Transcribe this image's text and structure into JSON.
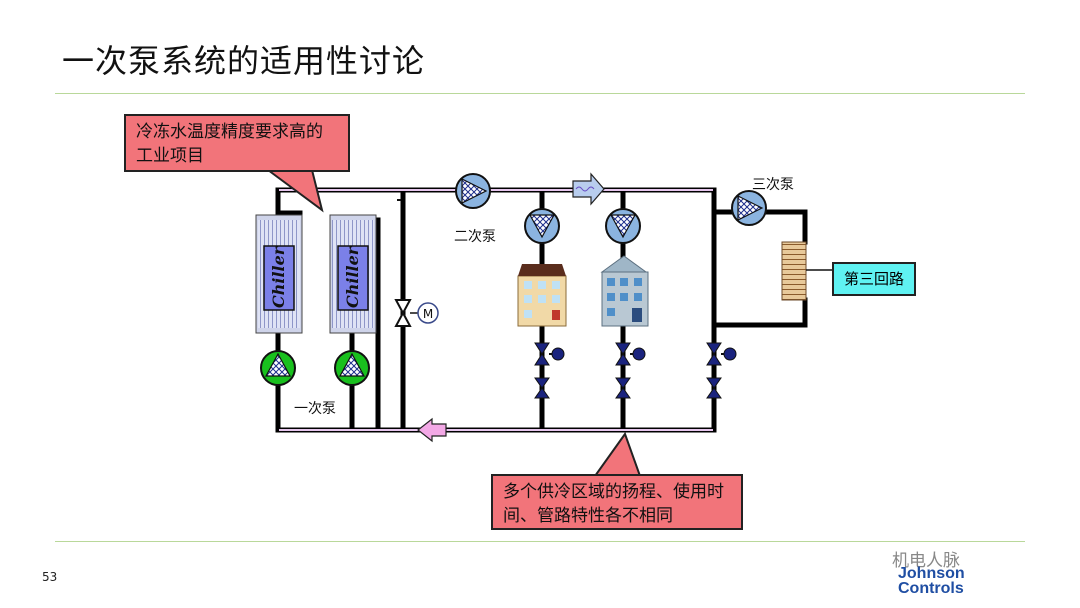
{
  "slide": {
    "title": "一次泵系统的适用性讨论",
    "page_number": "53"
  },
  "callouts": {
    "top": "冷冻水温度精度要求高的工业项目",
    "bottom": "多个供冷区域的扬程、使用时间、管路特性各不相同"
  },
  "labels": {
    "primary_pump": "一次泵",
    "secondary_pump": "二次泵",
    "tertiary_pump": "三次泵",
    "third_loop": "第三回路",
    "chiller": "Chiller",
    "motor_valve": "M"
  },
  "watermark": "机电人脉",
  "logo": {
    "line1": "Johnson",
    "line2": "Controls"
  },
  "colors": {
    "callout_fill": "#f2747a",
    "third_loop_fill": "#5ff2f2",
    "pipe": "#000000",
    "pipe_inner": "#e7c7ee",
    "pump_blue": "#8bb4e0",
    "pump_green": "#19c01e",
    "chiller_core": "#7b80e8",
    "accent_rule": "#b9d89a"
  }
}
